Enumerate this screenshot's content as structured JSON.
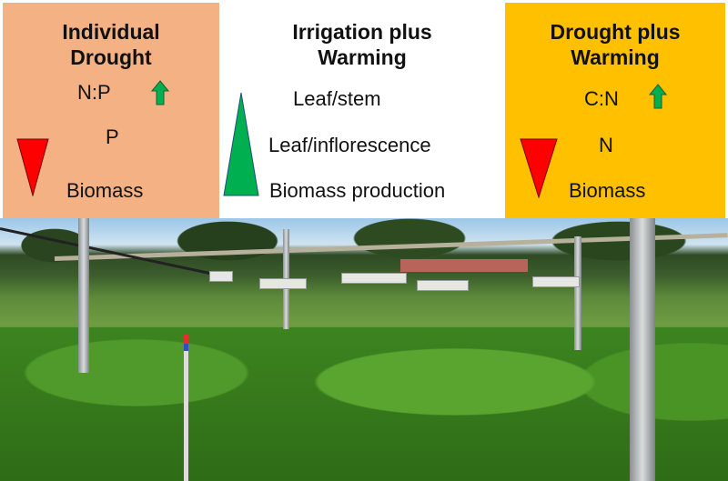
{
  "panels": {
    "left": {
      "title_line1": "Individual",
      "title_line2": "Drought",
      "items": [
        "N:P",
        "P",
        "Biomass"
      ],
      "color": "#f4b183"
    },
    "middle": {
      "title_line1": "Irrigation plus",
      "title_line2": "Warming",
      "items": [
        "Leaf/stem",
        "Leaf/inflorescence",
        "Biomass production"
      ],
      "color": "#ffffff"
    },
    "right": {
      "title_line1": "Drought plus",
      "title_line2": "Warming",
      "items": [
        "C:N",
        "N",
        "Biomass"
      ],
      "color": "#ffc000"
    }
  },
  "colors": {
    "increase": "#00b050",
    "decrease": "#ff0000"
  }
}
